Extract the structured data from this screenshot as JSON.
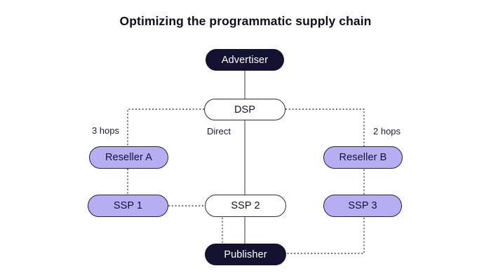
{
  "title": "Optimizing the programmatic supply chain",
  "nodes": {
    "advertiser": {
      "label": "Advertiser",
      "style": "dark"
    },
    "dsp": {
      "label": "DSP",
      "style": "outline"
    },
    "reseller_a": {
      "label": "Reseller A",
      "style": "purple"
    },
    "reseller_b": {
      "label": "Reseller B",
      "style": "purple"
    },
    "ssp1": {
      "label": "SSP 1",
      "style": "purple"
    },
    "ssp2": {
      "label": "SSP 2",
      "style": "outline"
    },
    "ssp3": {
      "label": "SSP 3",
      "style": "purple"
    },
    "publisher": {
      "label": "Publisher",
      "style": "dark"
    }
  },
  "path_labels": {
    "left_hops": "3 hops",
    "direct": "Direct",
    "right_hops": "2 hops"
  },
  "edges": [
    {
      "from": "advertiser",
      "to": "dsp",
      "style": "solid"
    },
    {
      "from": "dsp",
      "to": "ssp2",
      "style": "solid",
      "label": "Direct"
    },
    {
      "from": "ssp2",
      "to": "publisher",
      "style": "solid"
    },
    {
      "from": "dsp",
      "to": "reseller_a",
      "style": "dotted",
      "label": "3 hops"
    },
    {
      "from": "reseller_a",
      "to": "ssp1",
      "style": "dotted"
    },
    {
      "from": "ssp1",
      "to": "ssp2",
      "style": "dotted"
    },
    {
      "from": "ssp2",
      "to": "publisher",
      "style": "dotted"
    },
    {
      "from": "dsp",
      "to": "reseller_b",
      "style": "dotted",
      "label": "2 hops"
    },
    {
      "from": "reseller_b",
      "to": "ssp3",
      "style": "dotted"
    },
    {
      "from": "ssp3",
      "to": "publisher",
      "style": "dotted"
    }
  ],
  "colors": {
    "dark_node": "#141231",
    "purple_node": "#b6adf3",
    "node_border": "#23204a",
    "outline_node_border": "#2b2850",
    "solid_line": "#83838f",
    "dotted_line": "#413e5c",
    "background": "#ffffff",
    "title_text": "#0e0e1c"
  }
}
